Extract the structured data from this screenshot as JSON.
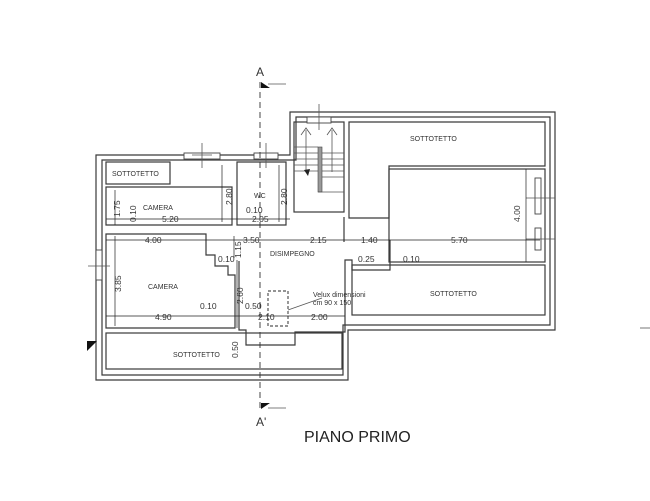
{
  "plan": {
    "title": "PIANO PRIMO",
    "section_marks": {
      "top": "A",
      "bottom": "A'"
    },
    "rooms": {
      "sottotetto_top_left": "SOTTOTETTO",
      "camera_upper": "CAMERA",
      "wc": "WC",
      "camera_lower": "CAMERA",
      "disimpegno": "DISIMPEGNO",
      "sottotetto_top_right": "SOTTOTETTO",
      "sottotetto_right": "SOTTOTETTO",
      "sottotetto_bottom": "SOTTOTETTO"
    },
    "velux_note": {
      "line1": "Velux dimensioni",
      "line2": "cm 90 x 150"
    },
    "dimensions": {
      "d_1_75": "1.75",
      "d_0_10_a": "0.10",
      "d_5_20": "5.20",
      "d_2_80_a": "2.80",
      "d_0_10_wc": "0.10",
      "d_2_05": "2.05",
      "d_2_80_b": "2.80",
      "d_4_00_left": "4.00",
      "d_1_15": "1.15",
      "d_3_50": "3.50",
      "d_2_15": "2.15",
      "d_1_40": "1.40",
      "d_5_70": "5.70",
      "d_4_00_right": "4.00",
      "d_0_10_b": "0.10",
      "d_0_25": "0.25",
      "d_0_10_c": "0.10",
      "d_3_85": "3.85",
      "d_0_10_d": "0.10",
      "d_2_60": "2.60",
      "d_0_50_a": "0.50",
      "d_4_90": "4.90",
      "d_2_10": "2.10",
      "d_2_00": "2.00",
      "d_0_50_b": "0.50"
    }
  }
}
